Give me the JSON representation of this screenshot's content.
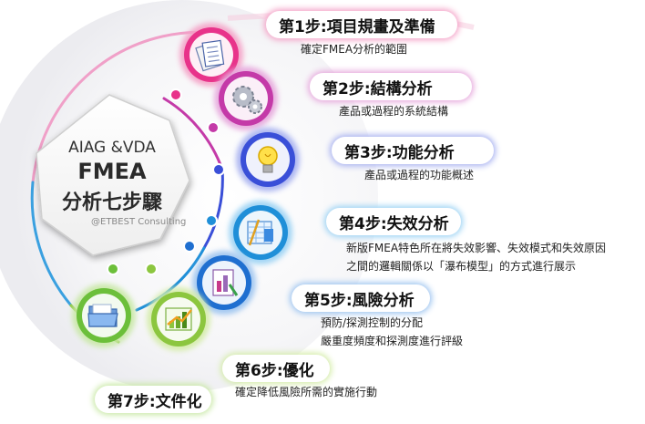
{
  "center": {
    "line1": "AIAG &VDA",
    "line2": "FMEA",
    "line3": "分析七步驟",
    "credit": "@ETBEST Consulting"
  },
  "steps": [
    {
      "title": "第1步:項目規畫及準備",
      "desc": [
        "確定FMEA分析的範圍"
      ],
      "icon": "document-stack-icon",
      "dot_color": "#e8338a",
      "glow": "#f4a0c6"
    },
    {
      "title": "第2步:結構分析",
      "desc": [
        "產品或過程的系統結構"
      ],
      "icon": "gears-icon",
      "dot_color": "#c43aa8",
      "glow": "#e6a6dc"
    },
    {
      "title": "第3步:功能分析",
      "desc": [
        "產品或過程的功能概述"
      ],
      "icon": "lightbulb-icon",
      "dot_color": "#3a4fd8",
      "glow": "#a6b0f0"
    },
    {
      "title": "第4步:失效分析",
      "desc": [
        "新版FMEA特色所在將失效影響、失效模式和失效原因",
        "之間的邏輯關係以「瀑布模型」的方式進行展示"
      ],
      "icon": "spreadsheet-icon",
      "dot_color": "#1f8fd8",
      "glow": "#9ad2f4"
    },
    {
      "title": "第5步:風險分析",
      "desc": [
        "預防/探測控制的分配",
        "嚴重度頻度和探測度進行評級"
      ],
      "icon": "report-chart-icon",
      "dot_color": "#1f6fd0",
      "glow": "#9cc4f0"
    },
    {
      "title": "第6步:優化",
      "desc": [
        "確定降低風險所需的實施行動"
      ],
      "icon": "growth-chart-icon",
      "dot_color": "#8cc63f",
      "glow": "#d4eca8"
    },
    {
      "title": "第7步:文件化",
      "desc": [],
      "icon": "folder-icon",
      "dot_color": "#6cbf3a",
      "glow": "#c8e8a4"
    }
  ]
}
